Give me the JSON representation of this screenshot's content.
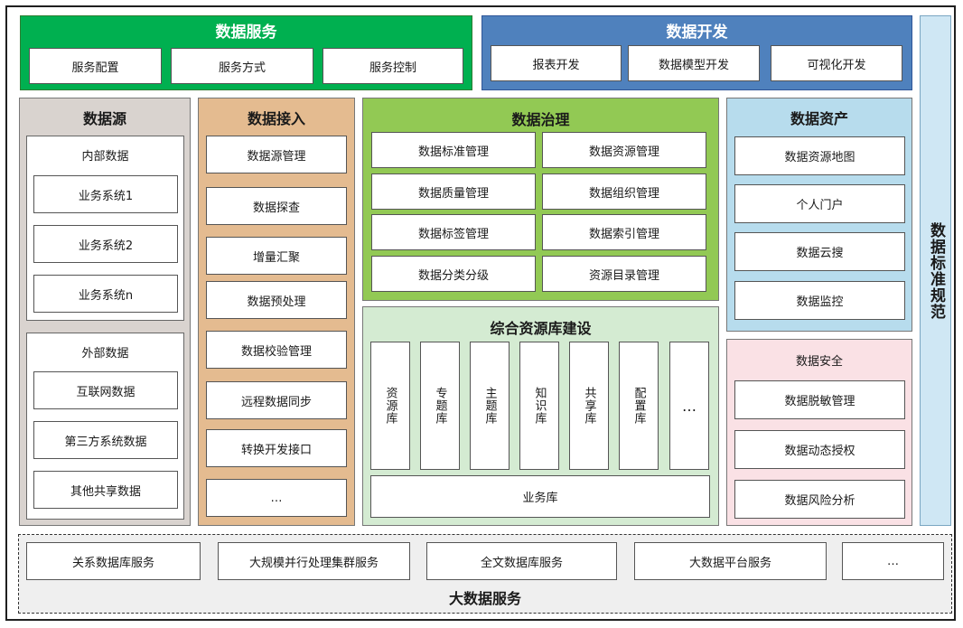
{
  "data_service": {
    "title": "数据服务",
    "items": [
      "服务配置",
      "服务方式",
      "服务控制"
    ]
  },
  "data_dev": {
    "title": "数据开发",
    "items": [
      "报表开发",
      "数据模型开发",
      "可视化开发"
    ]
  },
  "data_source": {
    "title": "数据源",
    "internal": {
      "label": "内部数据",
      "items": [
        "业务系统1",
        "业务系统2",
        "业务系统n"
      ]
    },
    "external": {
      "label": "外部数据",
      "items": [
        "互联网数据",
        "第三方系统数据",
        "其他共享数据"
      ]
    }
  },
  "data_access": {
    "title": "数据接入",
    "items": [
      "数据源管理",
      "数据探查",
      "增量汇聚",
      "数据预处理",
      "数据校验管理",
      "远程数据同步",
      "转换开发接口",
      "…"
    ]
  },
  "governance": {
    "title": "数据治理",
    "items": [
      "数据标准管理",
      "数据资源管理",
      "数据质量管理",
      "数据组织管理",
      "数据标签管理",
      "数据索引管理",
      "数据分类分级",
      "资源目录管理"
    ]
  },
  "resource_lib": {
    "title": "综合资源库建设",
    "libs": [
      "资源库",
      "专题库",
      "主题库",
      "知识库",
      "共享库",
      "配置库",
      "…"
    ],
    "business": "业务库"
  },
  "assets": {
    "title": "数据资产",
    "items": [
      "数据资源地图",
      "个人门户",
      "数据云搜",
      "数据监控"
    ]
  },
  "security": {
    "title": "数据安全",
    "items": [
      "数据脱敏管理",
      "数据动态授权",
      "数据风险分析"
    ]
  },
  "standards": {
    "title": "数据标准规范"
  },
  "bigdata": {
    "title": "大数据服务",
    "items": [
      "关系数据库服务",
      "大规模并行处理集群服务",
      "全文数据库服务",
      "大数据平台服务",
      "…"
    ]
  },
  "colors": {
    "service_green": "#00b050",
    "dev_blue": "#4f81bd",
    "source_gray": "#d9d3cf",
    "access_orange": "#e4bb90",
    "governance_green": "#92c954",
    "resource_green": "#d4ebd2",
    "assets_blue": "#b7dced",
    "security_pink": "#fae1e5",
    "standards_blue": "#cfe7f4",
    "bigdata_gray": "#efefef"
  }
}
